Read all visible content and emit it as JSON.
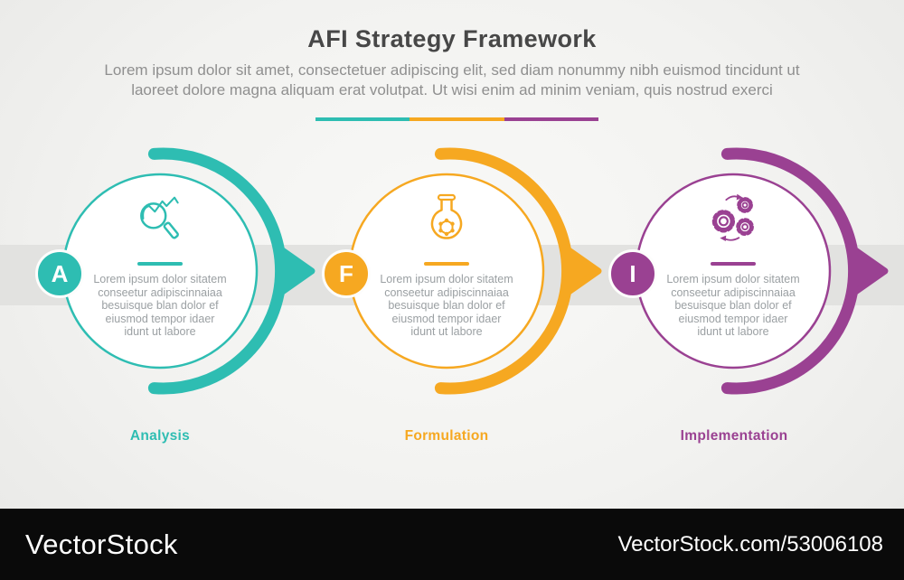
{
  "header": {
    "title": "AFI Strategy Framework",
    "subtitle_line1": "Lorem ipsum dolor sit amet, consectetuer adipiscing elit, sed diam nonummy nibh euismod tincidunt ut",
    "subtitle_line2": "laoreet dolore magna aliquam erat volutpat. Ut wisi enim ad minim veniam, quis nostrud exerci",
    "divider_colors": [
      "#2ebdb2",
      "#f6a821",
      "#9a4192"
    ]
  },
  "steps": [
    {
      "letter": "A",
      "label": "Analysis",
      "icon": "magnifier-trend-icon",
      "accent": "#2ebdb2",
      "lines": [
        "Lorem ipsum dolor sitatem",
        "conseetur adipiscinnaiaa",
        "besuisque blan dolor ef",
        "eiusmod tempor idaer",
        "idunt ut labore"
      ]
    },
    {
      "letter": "F",
      "label": "Formulation",
      "icon": "flask-molecule-icon",
      "accent": "#f6a821",
      "lines": [
        "Lorem ipsum dolor sitatem",
        "conseetur adipiscinnaiaa",
        "besuisque blan dolor ef",
        "eiusmod tempor idaer",
        "idunt ut labore"
      ]
    },
    {
      "letter": "I",
      "label": "Implementation",
      "icon": "gears-process-icon",
      "accent": "#9a4192",
      "lines": [
        "Lorem ipsum dolor sitatem",
        "conseetur adipiscinnaiaa",
        "besuisque blan dolor ef",
        "eiusmod tempor idaer",
        "idunt ut labore"
      ]
    }
  ],
  "timeline_band_color": "#e2e2e0",
  "watermark": {
    "logo": "VectorStock",
    "url_text": "VectorStock.com/53006108"
  }
}
